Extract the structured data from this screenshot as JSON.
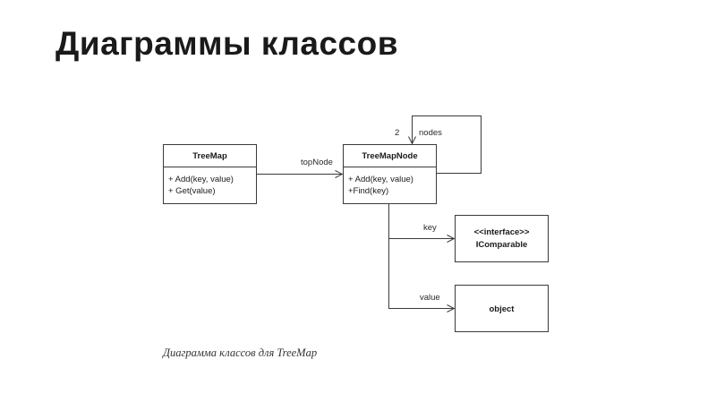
{
  "slide": {
    "title": "Диаграммы классов",
    "caption": "Диаграмма классов для TreeMap"
  },
  "diagram": {
    "classes": {
      "treemap": {
        "name": "TreeMap",
        "methods": [
          "+ Add(key, value)",
          "+ Get(value)"
        ]
      },
      "treemapnode": {
        "name": "TreeMapNode",
        "methods": [
          "+ Add(key, value)",
          "+Find(key)"
        ]
      },
      "icomparable": {
        "stereotype": "<<interface>>",
        "name": "IComparable"
      },
      "object": {
        "name": "object"
      }
    },
    "associations": {
      "topnode": "topNode",
      "nodes": "nodes",
      "nodes_multiplicity": "2",
      "key": "key",
      "value": "value"
    }
  }
}
